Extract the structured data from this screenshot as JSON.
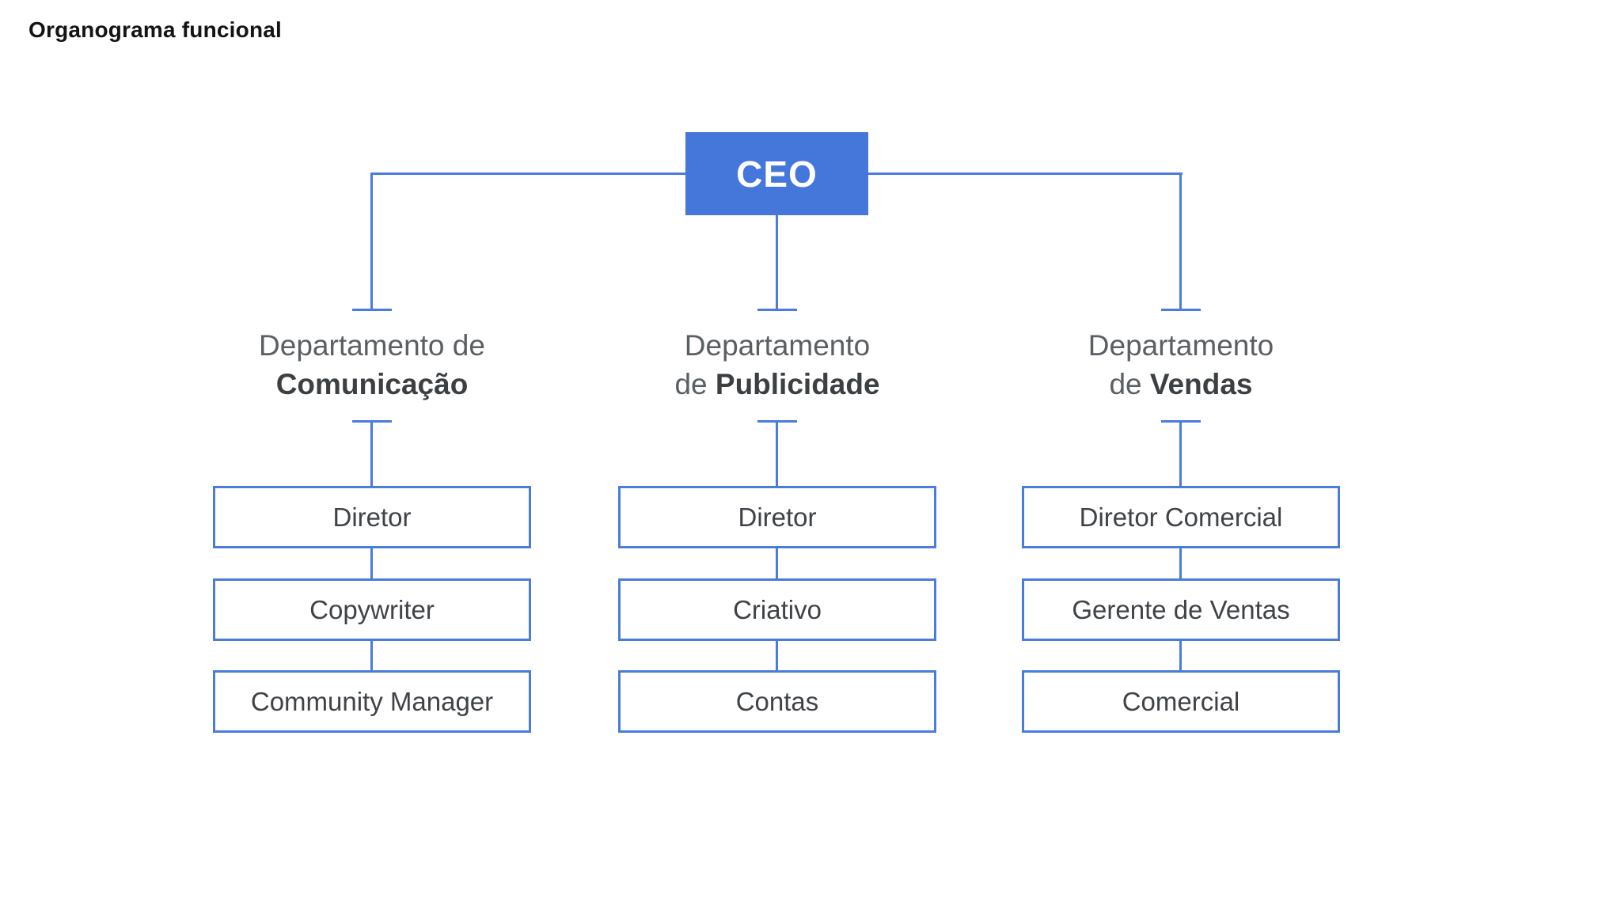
{
  "title": "Organograma funcional",
  "colors": {
    "accent_fill": "#4577DB",
    "line": "#4A7CDB",
    "ceo_text": "#FFFFFF",
    "dept_text": "#5A5F64",
    "dept_bold_text": "#3D4043",
    "role_text": "#3F4348"
  },
  "root": {
    "label": "CEO"
  },
  "columns": [
    {
      "dept": {
        "line1": "Departamento de",
        "line2_prefix": "",
        "line2_bold": "Comunicação"
      },
      "roles": [
        "Diretor",
        "Copywriter",
        "Community Manager"
      ]
    },
    {
      "dept": {
        "line1": "Departamento",
        "line2_prefix": "de ",
        "line2_bold": "Publicidade"
      },
      "roles": [
        "Diretor",
        "Criativo",
        "Contas"
      ]
    },
    {
      "dept": {
        "line1": "Departamento",
        "line2_prefix": "de ",
        "line2_bold": "Vendas"
      },
      "roles": [
        "Diretor Comercial",
        "Gerente de Ventas",
        "Comercial"
      ]
    }
  ]
}
